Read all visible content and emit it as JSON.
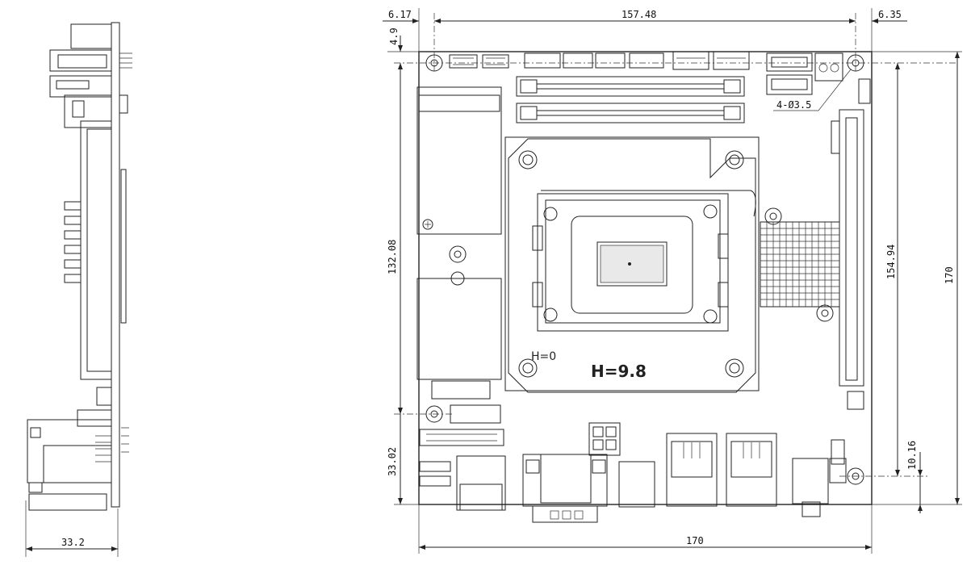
{
  "top": {
    "left_offset": "6.17",
    "hole_span": "157.48",
    "right_offset": "6.35",
    "top_offset": "4.9"
  },
  "left_dims": {
    "upper": "132.08",
    "lower": "33.02"
  },
  "right_dims": {
    "hole_span": "154.94",
    "full": "170",
    "bottom_offset": "10.16"
  },
  "bottom": {
    "board_width": "170",
    "side_thickness": "33.2"
  },
  "annotations": {
    "hole_callout": "4-Ø3.5",
    "socket_height": "H=9.8",
    "base_height": "H=0"
  }
}
